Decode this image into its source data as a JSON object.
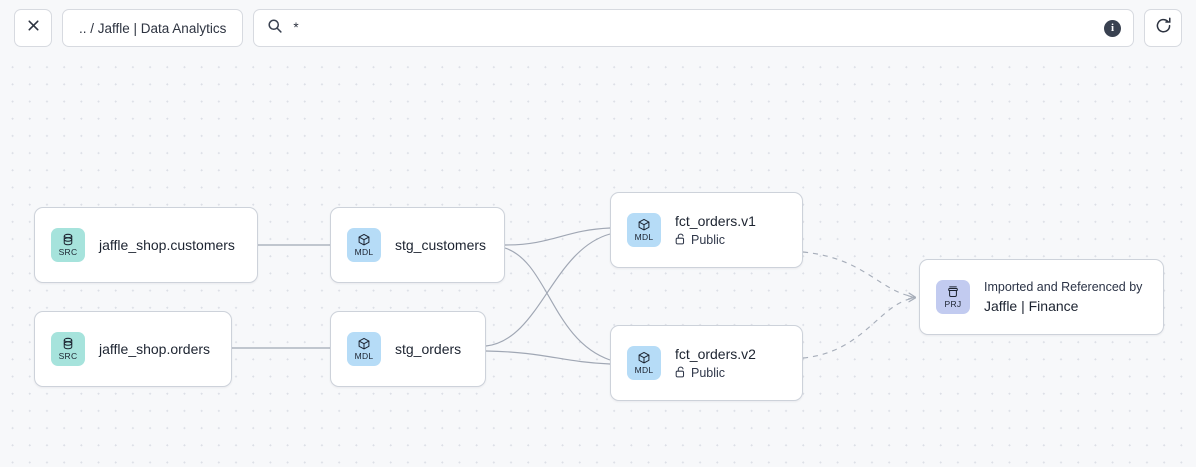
{
  "toolbar": {
    "close_label": "✕",
    "close_icon": "close-icon",
    "breadcrumb": ".. / Jaffle | Data Analytics",
    "search_icon": "search-icon",
    "search_value": "*",
    "search_placeholder": "*",
    "info_icon": "info-icon",
    "info_label": "i",
    "refresh_icon": "refresh-icon"
  },
  "graph": {
    "nodes": [
      {
        "id": "jaffle_shop_customers",
        "badge": "SRC",
        "badge_icon": "database-icon",
        "title": "jaffle_shop.customers",
        "subtitle": null,
        "kicker": null
      },
      {
        "id": "jaffle_shop_orders",
        "badge": "SRC",
        "badge_icon": "database-icon",
        "title": "jaffle_shop.orders",
        "subtitle": null,
        "kicker": null
      },
      {
        "id": "stg_customers",
        "badge": "MDL",
        "badge_icon": "cube-icon",
        "title": "stg_customers",
        "subtitle": null,
        "kicker": null
      },
      {
        "id": "stg_orders",
        "badge": "MDL",
        "badge_icon": "cube-icon",
        "title": "stg_orders",
        "subtitle": null,
        "kicker": null
      },
      {
        "id": "fct_orders_v1",
        "badge": "MDL",
        "badge_icon": "cube-icon",
        "title": "fct_orders.v1",
        "subtitle": "Public",
        "subtitle_icon": "unlock-icon",
        "kicker": null
      },
      {
        "id": "fct_orders_v2",
        "badge": "MDL",
        "badge_icon": "cube-icon",
        "title": "fct_orders.v2",
        "subtitle": "Public",
        "subtitle_icon": "unlock-icon",
        "kicker": null
      },
      {
        "id": "jaffle_finance",
        "badge": "PRJ",
        "badge_icon": "project-icon",
        "title": "Jaffle | Finance",
        "subtitle": null,
        "kicker": "Imported and Referenced by"
      }
    ],
    "edges": [
      {
        "from": "jaffle_shop_customers",
        "to": "stg_customers",
        "style": "solid"
      },
      {
        "from": "jaffle_shop_orders",
        "to": "stg_orders",
        "style": "solid"
      },
      {
        "from": "stg_customers",
        "to": "fct_orders_v1",
        "style": "solid"
      },
      {
        "from": "stg_customers",
        "to": "fct_orders_v2",
        "style": "solid"
      },
      {
        "from": "stg_orders",
        "to": "fct_orders_v1",
        "style": "solid"
      },
      {
        "from": "stg_orders",
        "to": "fct_orders_v2",
        "style": "solid"
      },
      {
        "from": "fct_orders_v1",
        "to": "jaffle_finance",
        "style": "dashed"
      },
      {
        "from": "fct_orders_v2",
        "to": "jaffle_finance",
        "style": "dashed"
      }
    ]
  },
  "colors": {
    "canvas_bg": "#f7f8fa",
    "node_bg": "#ffffff",
    "node_border": "#cdd2da",
    "src_badge": "#a6e3dc",
    "mdl_badge": "#b6dcf7",
    "prj_badge": "#c2cbf0",
    "edge": "#9ba2b0",
    "text": "#1c2330"
  }
}
